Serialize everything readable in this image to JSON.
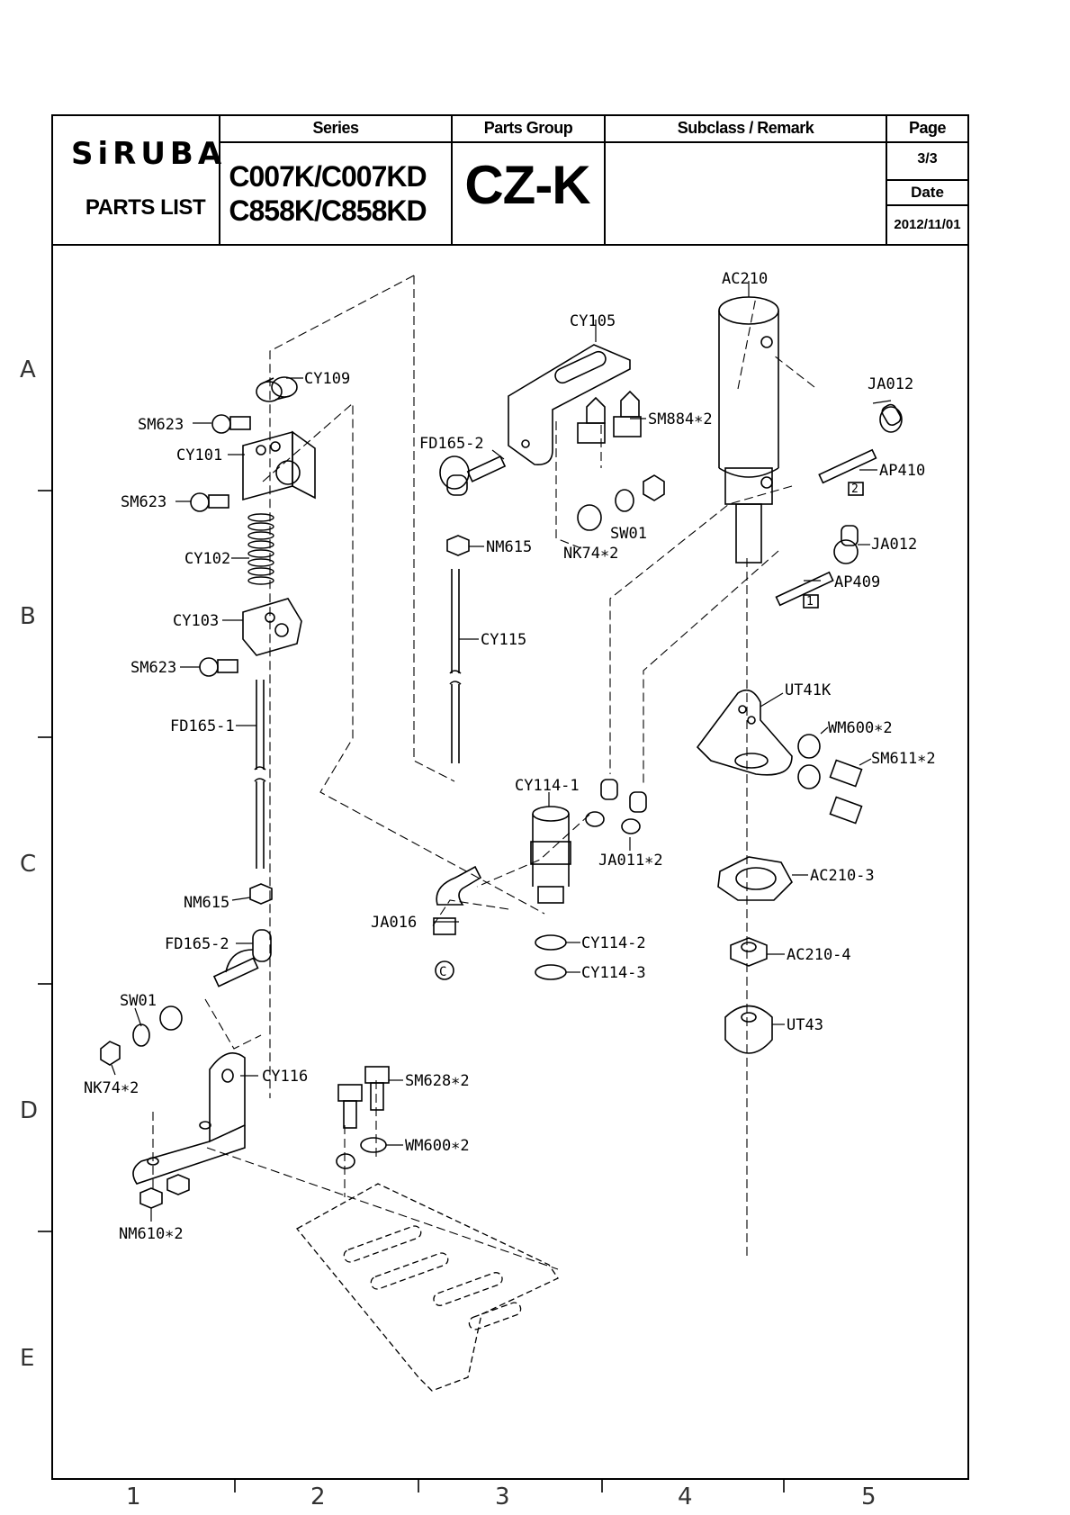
{
  "header": {
    "logo": "SiRUBA",
    "parts_list": "PARTS LIST",
    "series_label": "Series",
    "series_line1": "C007K/C007KD",
    "series_line2": "C858K/C858KD",
    "parts_group_label": "Parts Group",
    "parts_group": "CZ-K",
    "subclass_label": "Subclass / Remark",
    "subclass_value": "",
    "page_label": "Page",
    "page_value": "3/3",
    "date_label": "Date",
    "date_value": "2012/11/01"
  },
  "row_markers": [
    "A",
    "B",
    "C",
    "D",
    "E"
  ],
  "column_markers": [
    "1",
    "2",
    "3",
    "4",
    "5"
  ],
  "parts": {
    "cy109": "CY109",
    "sm623_a": "SM623",
    "cy101": "CY101",
    "sm623_b": "SM623",
    "cy102": "CY102",
    "cy103": "CY103",
    "sm623_c": "SM623",
    "fd165_1": "FD165-1",
    "nm615_a": "NM615",
    "fd165_2_a": "FD165-2",
    "sw01_a": "SW01",
    "nk74_a": "NK74∗2",
    "cy116": "CY116",
    "nm610": "NM610∗2",
    "cy105": "CY105",
    "sm884": "SM884∗2",
    "fd165_2_b": "FD165-2",
    "nm615_b": "NM615",
    "sw01_b": "SW01",
    "nk74_b": "NK74∗2",
    "cy115": "CY115",
    "cy114_1": "CY114-1",
    "ja011": "JA011∗2",
    "ja016": "JA016",
    "c_marker": "C",
    "cy114_2": "CY114-2",
    "cy114_3": "CY114-3",
    "sm628": "SM628∗2",
    "wm600_a": "WM600∗2",
    "ac210": "AC210",
    "ja012_a": "JA012",
    "ap410": "AP410",
    "box2": "2",
    "ja012_b": "JA012",
    "ap409": "AP409",
    "box1": "1",
    "ut41k": "UT41K",
    "wm600_b": "WM600∗2",
    "sm611": "SM611∗2",
    "ac210_3": "AC210-3",
    "ac210_4": "AC210-4",
    "ut43": "UT43"
  }
}
